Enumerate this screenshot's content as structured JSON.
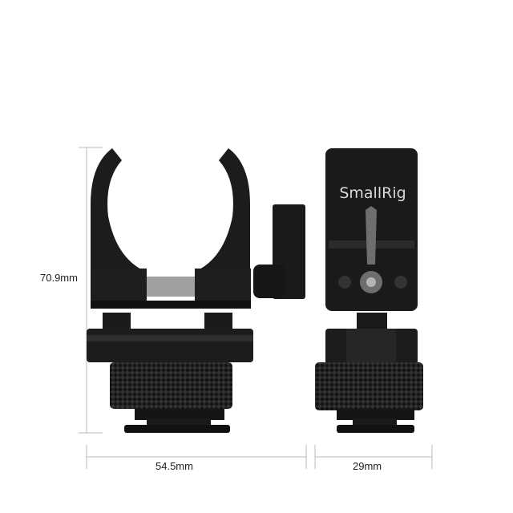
{
  "dimensions": {
    "height": "70.9mm",
    "width_front": "54.5mm",
    "width_side": "29mm"
  },
  "product": {
    "brand_logo": "SmallRig"
  },
  "colors": {
    "body": "#1a1a1a",
    "highlight": "#3a3a3a",
    "dimension_line": "#bbbbbb",
    "steel": "#9a9a9a"
  }
}
